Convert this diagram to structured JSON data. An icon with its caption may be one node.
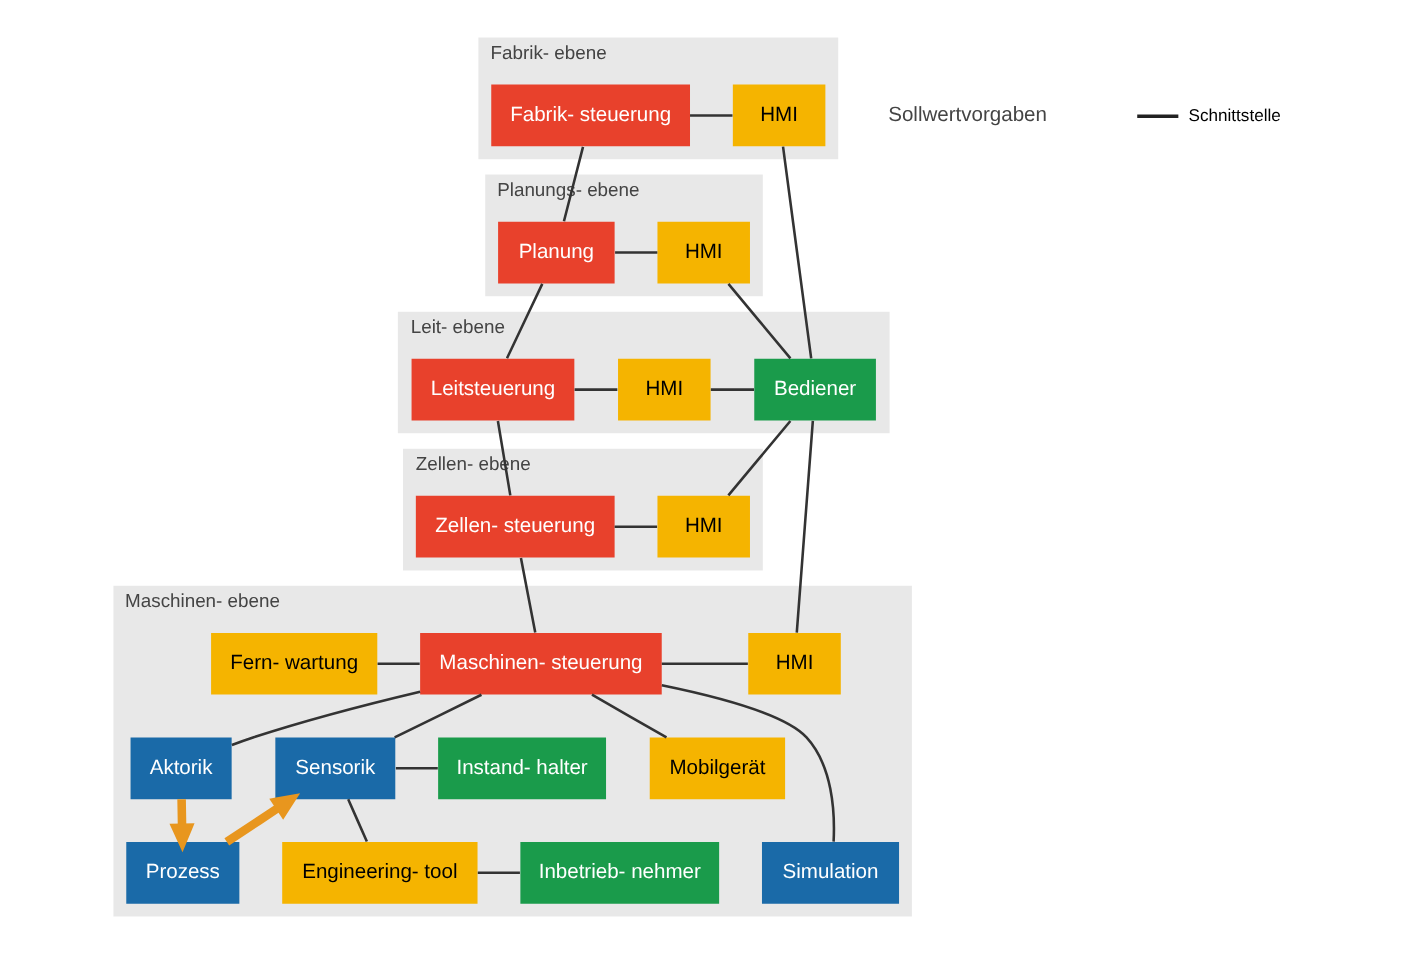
{
  "diagram": {
    "nodes": [
      {
        "text": [
          "Fabrik- ebene"
        ]
      },
      {
        "text": [
          "Fabrik- steuerung"
        ],
        "in": 0
      },
      {
        "text": [
          "HMI"
        ],
        "in": 0
      },
      {
        "text": [
          "Planungs- ebene"
        ]
      },
      {
        "text": [
          "Planung"
        ],
        "in": 3
      },
      {
        "text": [
          "HMI"
        ],
        "in": 3
      },
      {
        "text": [
          "Leit- ebene"
        ]
      },
      {
        "text": [
          "Leitsteuerung"
        ],
        "in": 6
      },
      {
        "text": [
          "HMI"
        ],
        "in": 6
      },
      {
        "text": [
          "Bediener"
        ],
        "in": 6
      },
      {
        "text": [
          "Zellen- ebene"
        ]
      },
      {
        "text": [
          "Zellen- steuerung"
        ],
        "in": 10
      },
      {
        "text": [
          "HMI"
        ],
        "in": 10
      },
      {
        "text": [
          "Maschinen- ebene"
        ]
      },
      {
        "text": [
          "Fern- wartung"
        ],
        "in": 13
      },
      {
        "text": [
          "Maschinen- steuerung"
        ],
        "in": 13
      },
      {
        "text": [
          "HMI"
        ],
        "in": 13
      },
      {
        "text": [
          "Mobilgerät"
        ],
        "in": 13
      },
      {
        "text": [
          "Aktorik"
        ],
        "in": 13
      },
      {
        "text": [
          "Sensorik"
        ],
        "in": 13
      },
      {
        "text": [
          "Instand- halter"
        ],
        "in": 13
      },
      {
        "text": [
          "Prozess"
        ],
        "in": 13
      },
      {
        "text": [
          "Simulation"
        ],
        "in": 13
      },
      {
        "text": [
          "Engineering- tool"
        ],
        "in": 13
      },
      {
        "text": [
          "Inbetrieb- nehmer"
        ],
        "in": 13
      }
    ],
    "edges": [
      {
        "from": 1,
        "to": 4,
        "arrow": "none"
      },
      {
        "from": 4,
        "to": 7,
        "arrow": "none"
      },
      {
        "from": 7,
        "to": 11,
        "arrow": "none"
      },
      {
        "from": 11,
        "to": 15,
        "arrow": "none"
      },
      {
        "from": 1,
        "to": 2,
        "arrow": "none"
      },
      {
        "from": 4,
        "to": 5,
        "arrow": "none"
      },
      {
        "from": 7,
        "to": 8,
        "arrow": "none"
      },
      {
        "from": 11,
        "to": 12,
        "arrow": "none"
      },
      {
        "from": 15,
        "to": 16,
        "arrow": "none"
      },
      {
        "from": 2,
        "to": 9,
        "arrow": "none"
      },
      {
        "from": 5,
        "to": 9,
        "arrow": "none"
      },
      {
        "from": 8,
        "to": 9,
        "arrow": "none"
      },
      {
        "from": 12,
        "to": 9,
        "arrow": "none"
      },
      {
        "from": 16,
        "to": 9,
        "arrow": "none"
      },
      {
        "from": 14,
        "to": 15,
        "arrow": "none"
      },
      {
        "from": 17,
        "to": 15,
        "arrow": "none"
      },
      {
        "from": 22,
        "to": 15,
        "arrow": "none"
      },
      {
        "from": 15,
        "to": 18,
        "arrow": "none"
      },
      {
        "from": 15,
        "to": 19,
        "arrow": "none"
      },
      {
        "from": 18,
        "to": 21,
        "arrow": "to",
        "style": "thick",
        "color": "#e8961e"
      },
      {
        "from": 21,
        "to": 19,
        "arrow": "to",
        "style": "thick",
        "color": "#e8961e"
      },
      {
        "from": 19,
        "to": 20,
        "arrow": "none"
      },
      {
        "from": 19,
        "to": 23,
        "arrow": "none"
      },
      {
        "from": 23,
        "to": 24,
        "arrow": "none"
      }
    ],
    "labels": [
      "Sollwertvorgaben"
    ],
    "legend": [
      {
        "text": "Schnittstelle"
      }
    ]
  }
}
